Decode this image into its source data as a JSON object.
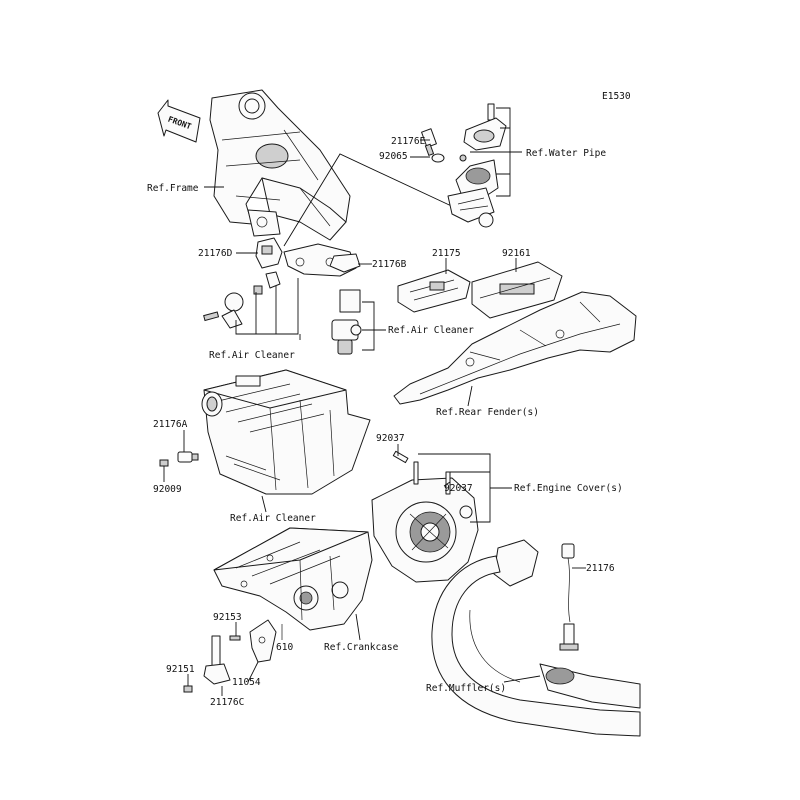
{
  "figure_code": "E1530",
  "front_arrow_text": "FRONT",
  "labels": {
    "p21176E": "21176E",
    "p92065": "92065",
    "ref_water_pipe": "Ref.Water Pipe",
    "ref_frame": "Ref.Frame",
    "p21176D": "21176D",
    "p21176B": "21176B",
    "p21175": "21175",
    "p92161": "92161",
    "ref_air_cleaner_top_right": "Ref.Air Cleaner",
    "ref_air_cleaner_left": "Ref.Air Cleaner",
    "ref_rear_fender": "Ref.Rear Fender(s)",
    "p21176A": "21176A",
    "p92009": "92009",
    "p92037_a": "92037",
    "p92037_b": "92037",
    "ref_engine_cover": "Ref.Engine Cover(s)",
    "ref_air_cleaner_bottom": "Ref.Air Cleaner",
    "p21176": "21176",
    "p92153": "92153",
    "p610": "610",
    "ref_crankcase": "Ref.Crankcase",
    "p92151": "92151",
    "p11054": "11054",
    "p21176C": "21176C",
    "ref_muffler": "Ref.Muffler(s)"
  }
}
